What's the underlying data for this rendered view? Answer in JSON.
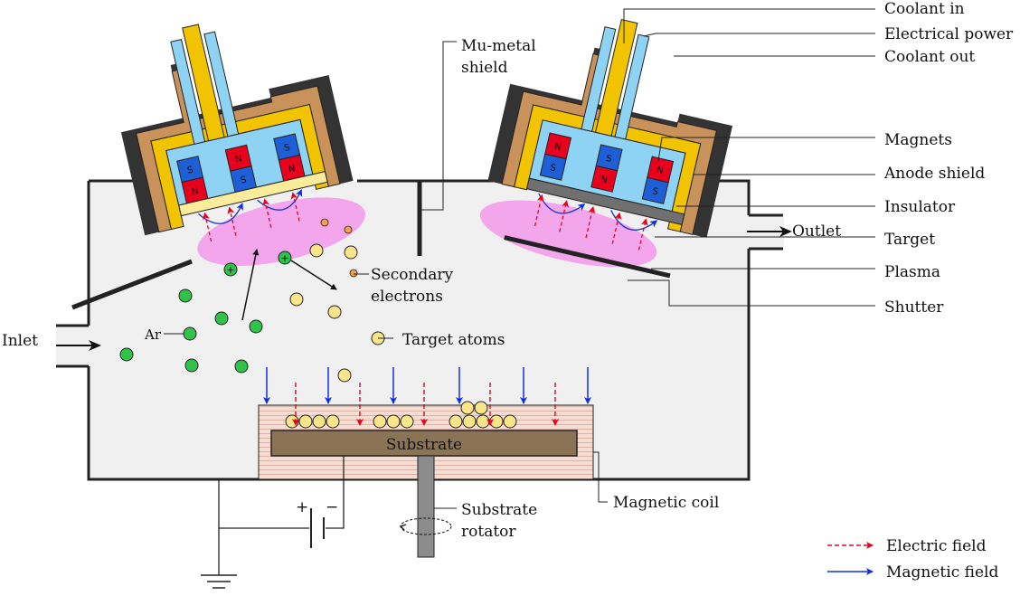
{
  "labels": {
    "coolant_in": "Coolant in",
    "electrical_power": "Electrical power",
    "coolant_out": "Coolant out",
    "magnets": "Magnets",
    "anode_shield": "Anode shield",
    "insulator": "Insulator",
    "target": "Target",
    "plasma": "Plasma",
    "shutter": "Shutter",
    "mu_metal_line1": "Mu-metal",
    "mu_metal_line2": "shield",
    "secondary_line1": "Secondary",
    "secondary_line2": "electrons",
    "target_atoms": "Target atoms",
    "ar": "Ar",
    "inlet": "Inlet",
    "outlet": "Outlet",
    "substrate": "Substrate",
    "substrate_rotator_line1": "Substrate",
    "substrate_rotator_line2": "rotator",
    "magnetic_coil": "Magnetic coil",
    "battery_plus": "+",
    "battery_minus": "−"
  },
  "poles": {
    "north": "N",
    "south": "S",
    "ion_plus": "+"
  },
  "legend": {
    "electric_field": "Electric field",
    "magnetic_field": "Magnetic field"
  },
  "colors": {
    "chamber_fill": "#f0f0f0",
    "chamber_stroke": "#222222",
    "anode_brown": "#c8925a",
    "yellow_body": "#f2c400",
    "coolant_blue": "#8fd3f4",
    "magnet_north": "#e8001c",
    "magnet_south": "#1f5fd6",
    "target_yellow": "#fbec9b",
    "target_grey": "#707070",
    "plasma_pink": "#f4a6ec",
    "argon_green": "#2fc34a",
    "atom_yellow": "#fbe58a",
    "electron_orange": "#f5a04a",
    "coil_pink": "#f5ddd4",
    "substrate_brown": "#8b7355",
    "rotator_grey": "#8c8c8c",
    "electric_field": "#e8001c",
    "magnetic_field": "#1030e0"
  },
  "icons": {
    "electric_field_arrow": "dashed-red-arrow-icon",
    "magnetic_field_arrow": "blue-arrow-icon",
    "battery": "battery-icon",
    "ground": "ground-icon",
    "rotation": "rotation-icon"
  }
}
